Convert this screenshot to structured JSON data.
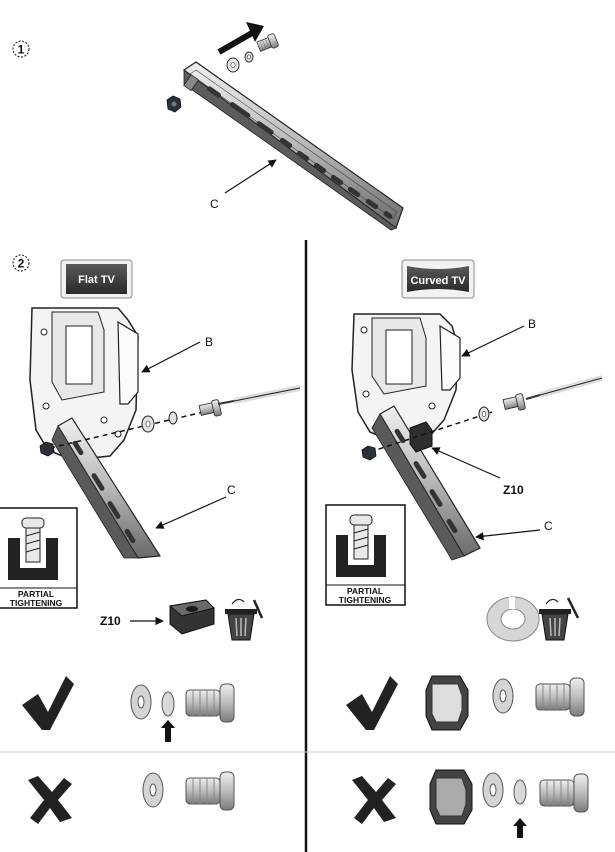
{
  "steps": {
    "step1": "1",
    "step2": "2"
  },
  "badges": {
    "flat_tv": "Flat TV",
    "curved_tv": "Curved TV"
  },
  "labels": {
    "top_rail": "C",
    "flat_bracket": "B",
    "flat_rail": "C",
    "curved_bracket": "B",
    "curved_spacer": "Z10",
    "curved_rail": "C",
    "flat_spacer_item": "Z10"
  },
  "partial_tightening": {
    "flat_line1": "PARTIAL",
    "flat_line2": "TIGHTENING",
    "curved_line1": "PARTIAL",
    "curved_line2": "TIGHTENING"
  },
  "colors": {
    "ink": "#111111",
    "metal_light": "#d9d9d9",
    "metal_mid": "#a8a8a8",
    "metal_dark": "#555555",
    "badge_bg": "#3a3a3a",
    "divider": "#cccccc"
  },
  "icons": {
    "check": "check-mark-icon",
    "cross": "cross-mark-icon",
    "trash": "trash-bin-icon"
  }
}
